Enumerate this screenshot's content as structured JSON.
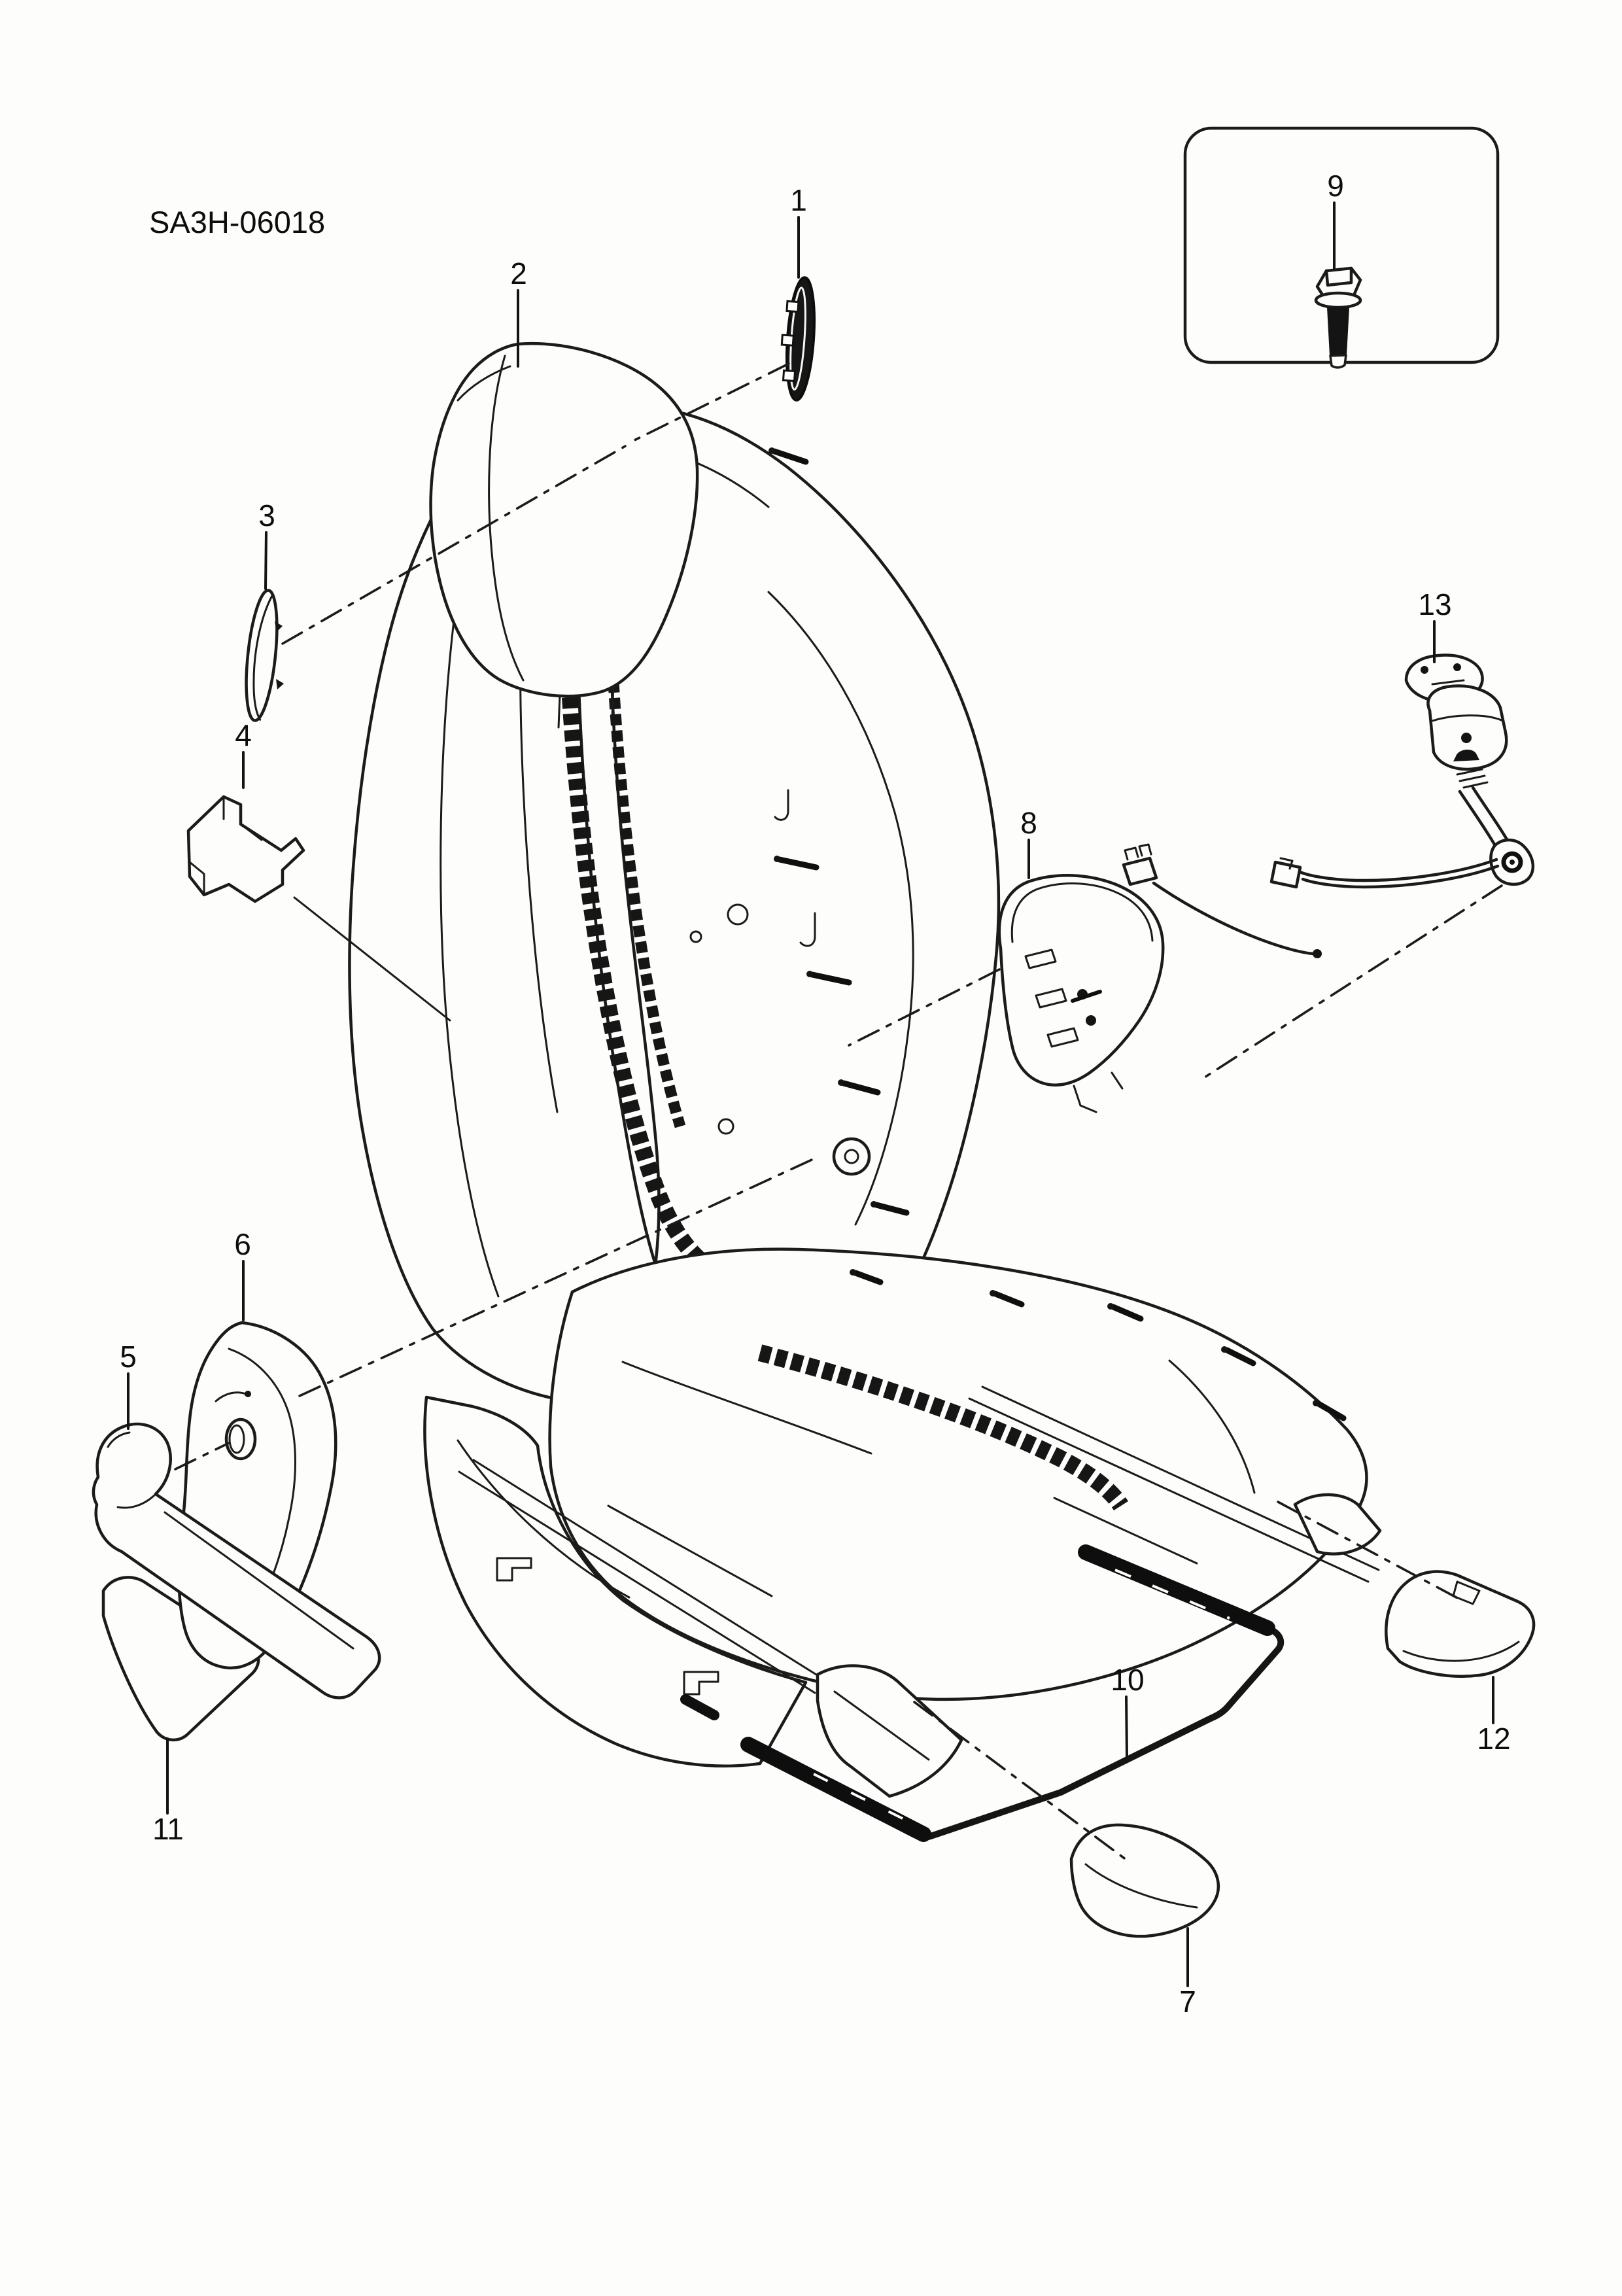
{
  "title": "SA3H-06018",
  "callouts": [
    "1",
    "2",
    "3",
    "4",
    "5",
    "6",
    "7",
    "8",
    "9",
    "10",
    "11",
    "12",
    "13"
  ],
  "colors": {
    "ink": "#1b1b1b",
    "background": "#fdfdfb"
  }
}
